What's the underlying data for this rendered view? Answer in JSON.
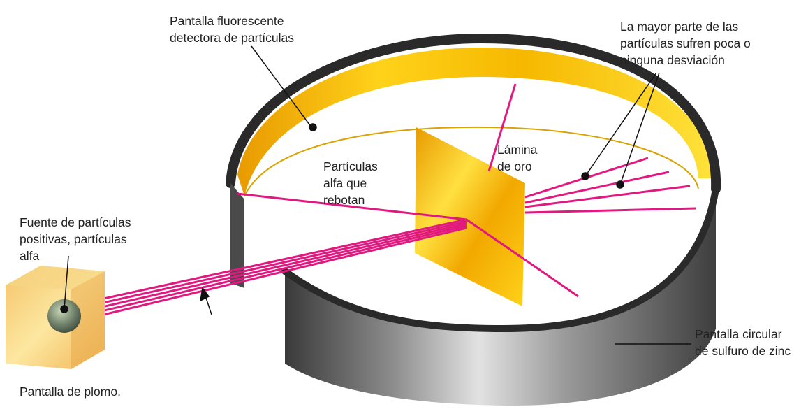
{
  "labels": {
    "fluorescent_screen": [
      "Pantalla fluorescente",
      "detectora de partículas"
    ],
    "most_particles": [
      "La mayor parte de las",
      "partículas sufren poca o",
      "ninguna desviación"
    ],
    "gold_foil": [
      "Lámina",
      "de oro"
    ],
    "bouncing_alpha": [
      "Partículas",
      "alfa que",
      "rebotan"
    ],
    "source": [
      "Fuente de partículas",
      "positivas, partículas",
      "alfa"
    ],
    "zinc_screen": [
      "Pantalla circular",
      "de sulfuro de zinc"
    ],
    "lead_screen": "Pantalla de plomo."
  },
  "colors": {
    "ray": "#e0187f",
    "gold": "#f0b400",
    "ring_gray": "#5a5a5a",
    "ring_rim": "#2a2a2a",
    "label_text": "#222222"
  }
}
